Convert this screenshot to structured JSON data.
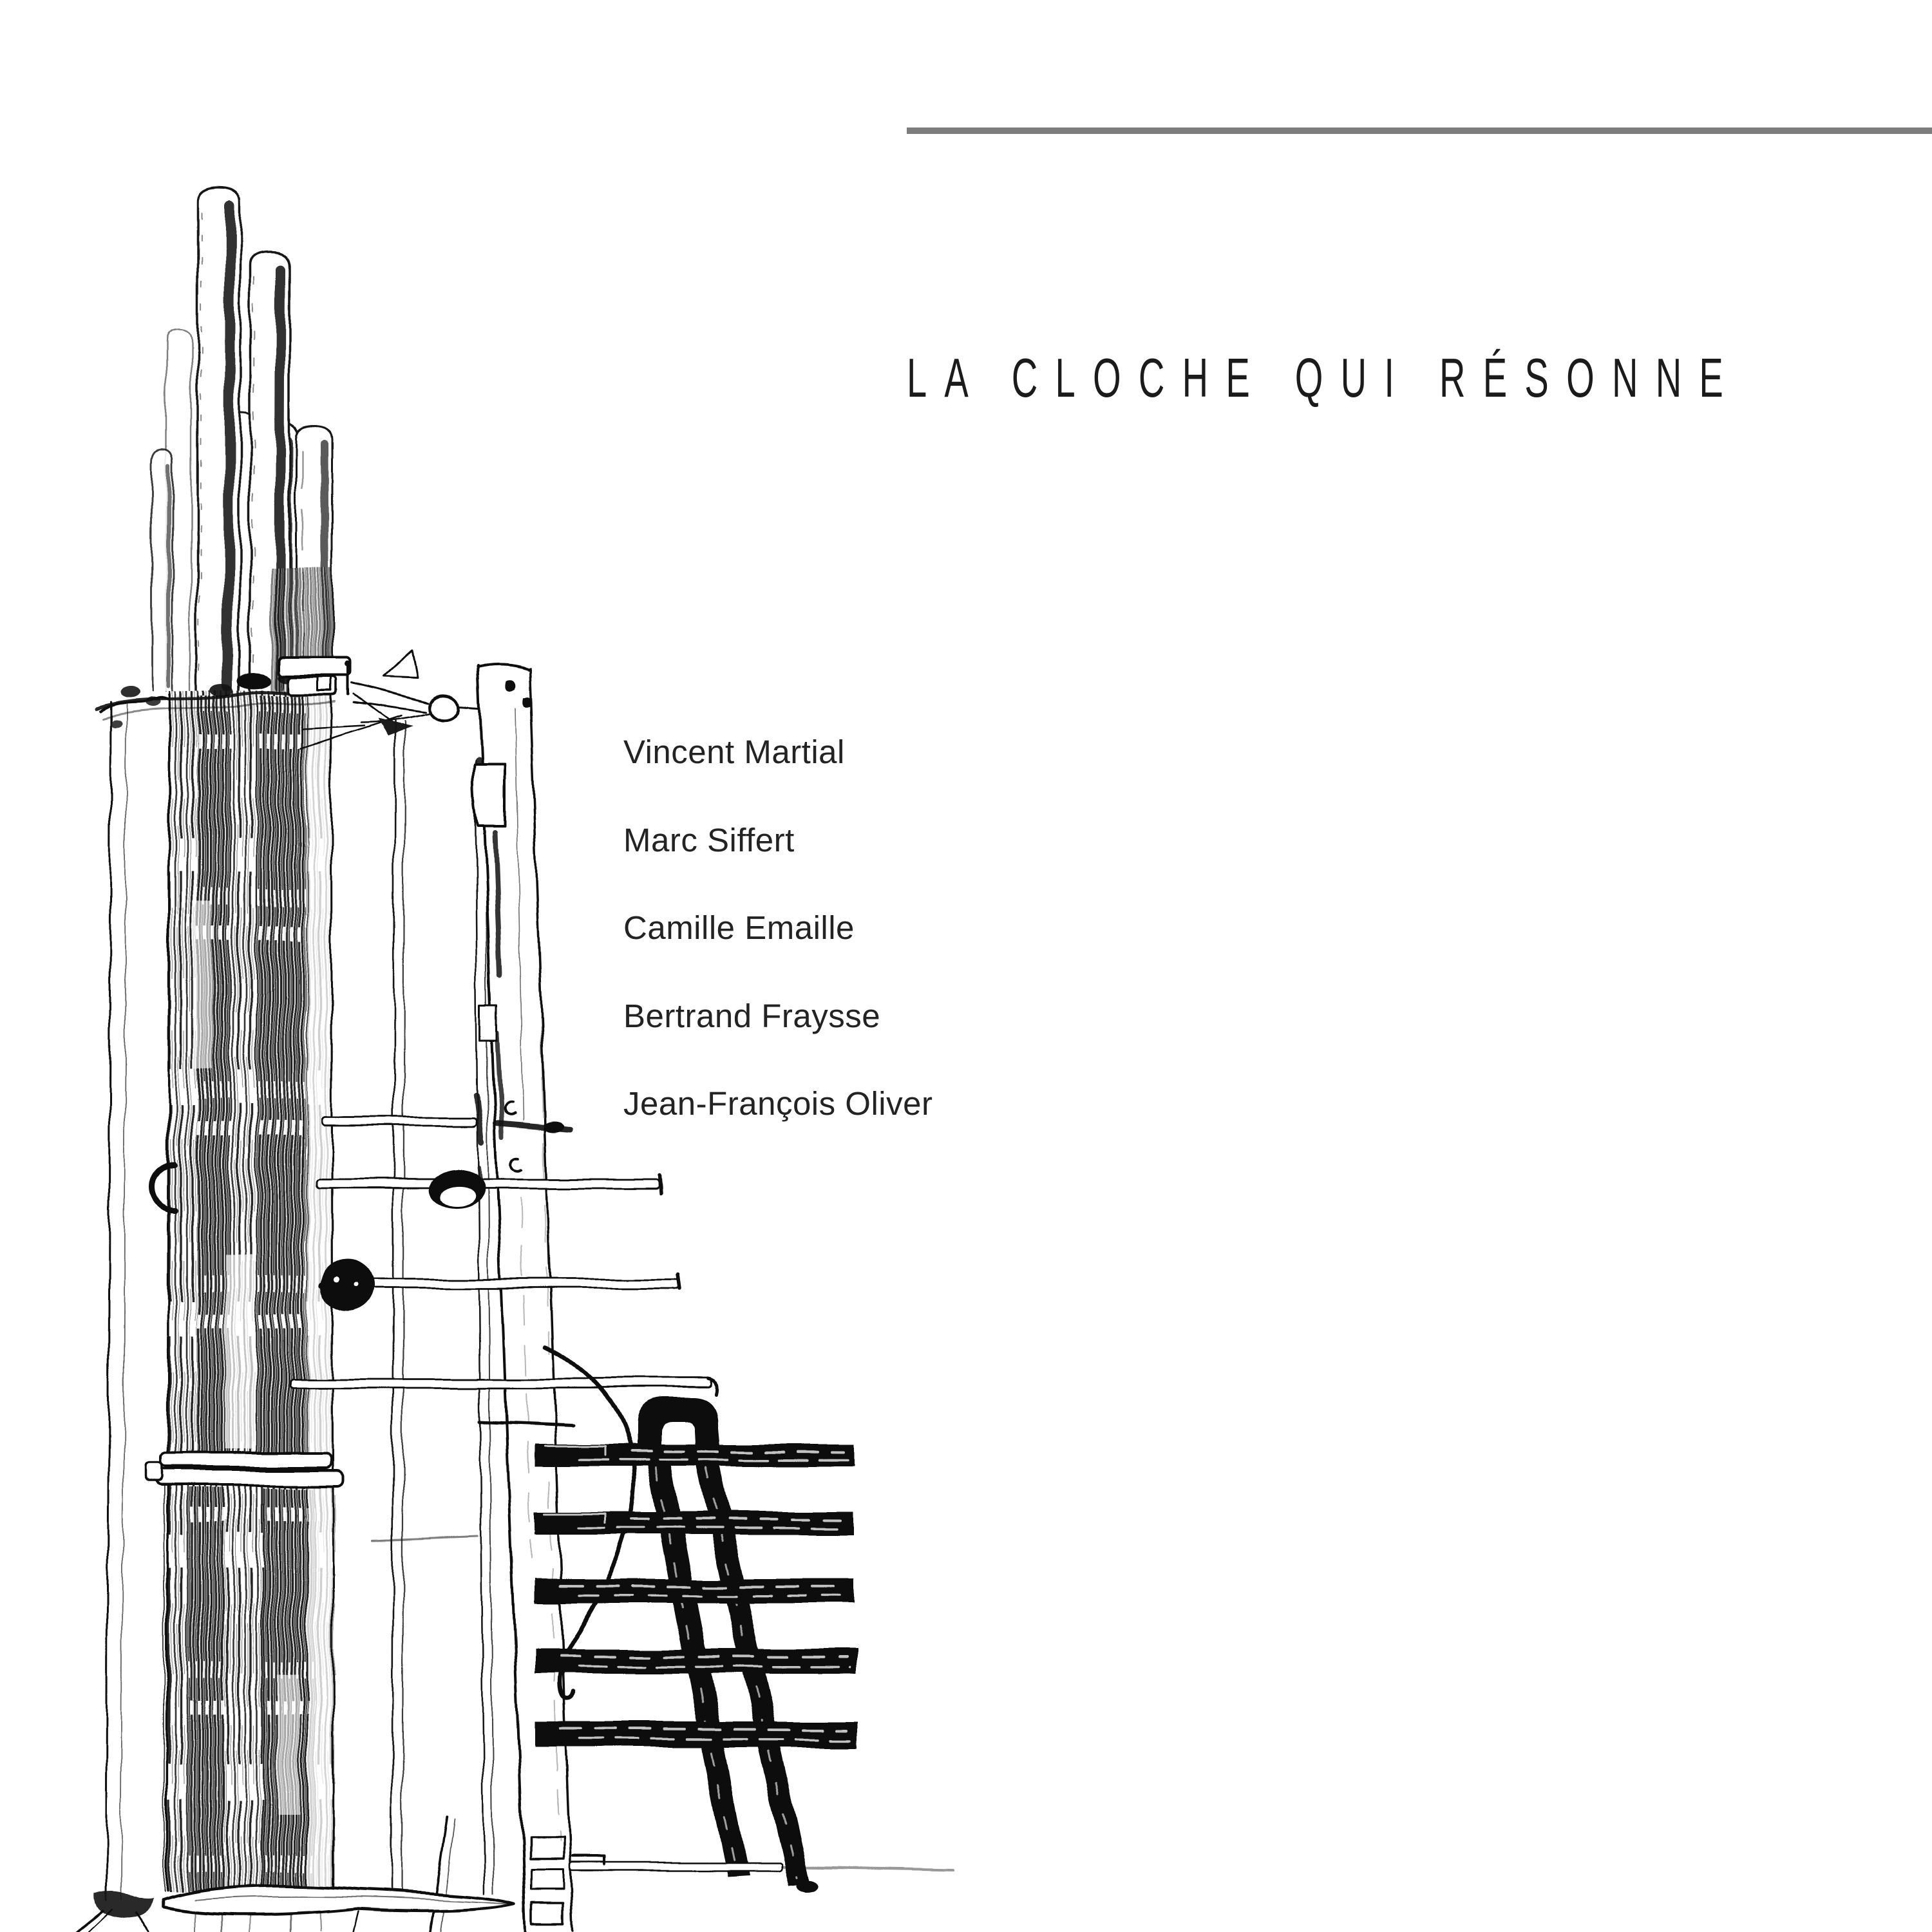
{
  "page": {
    "background": "#ffffff"
  },
  "top_rule": {
    "color": "#7d7d7d"
  },
  "title": {
    "text": "LA CLOCHE QUI RÉSONNE",
    "color": "#1b1b1b"
  },
  "credits": {
    "color": "#232323",
    "names": [
      "Vincent Martial",
      "Marc Siffert",
      "Camille Emaille",
      "Bertrand Fraysse",
      "Jean-François Oliver"
    ]
  },
  "illustration": {
    "name": "bell-sound-sculpture-ink-drawing",
    "ink": "#101010",
    "paper": "#ffffff"
  }
}
